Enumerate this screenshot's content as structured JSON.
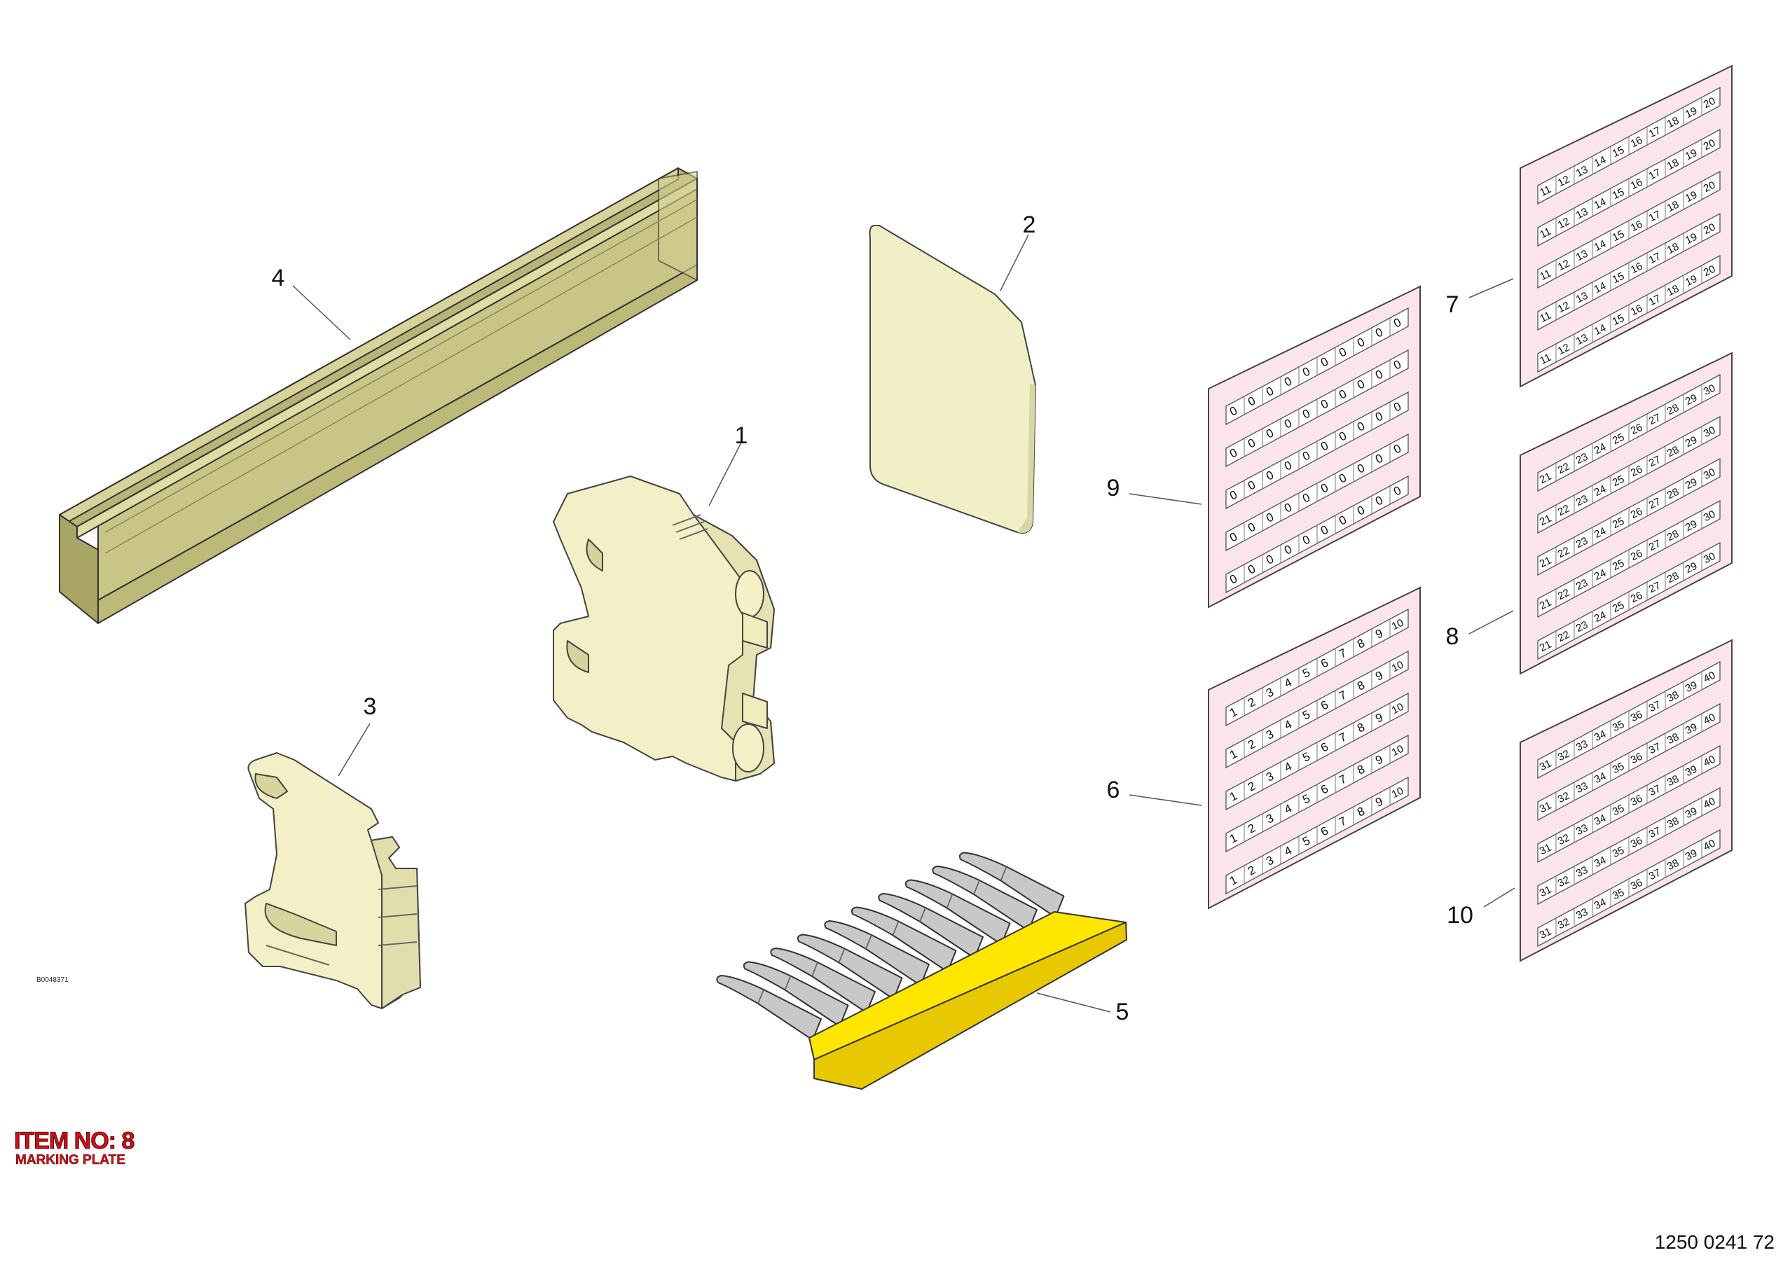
{
  "figure_id": "B0048371",
  "doc_number": "1250 0241 72",
  "item": {
    "title": "ITEM NO: 8",
    "subtitle": "MARKING PLATE"
  },
  "callouts": [
    "1",
    "2",
    "3",
    "4",
    "5",
    "6",
    "7",
    "8",
    "9",
    "10"
  ],
  "marker_cards": [
    {
      "callout": "9",
      "labels": [
        "0",
        "0",
        "0",
        "0",
        "0",
        "0",
        "0",
        "0",
        "0",
        "0"
      ]
    },
    {
      "callout": "6",
      "labels": [
        "1",
        "2",
        "3",
        "4",
        "5",
        "6",
        "7",
        "8",
        "9",
        "10"
      ]
    },
    {
      "callout": "7",
      "labels": [
        "11",
        "12",
        "13",
        "14",
        "15",
        "16",
        "17",
        "18",
        "19",
        "20"
      ]
    },
    {
      "callout": "8",
      "labels": [
        "21",
        "22",
        "23",
        "24",
        "25",
        "26",
        "27",
        "28",
        "29",
        "30"
      ]
    },
    {
      "callout": "10",
      "labels": [
        "31",
        "32",
        "33",
        "34",
        "35",
        "36",
        "37",
        "38",
        "39",
        "40"
      ]
    }
  ],
  "colors": {
    "rail": "#cfcb8c",
    "terminal": "#f3efc6",
    "end_plate": "#f1efc6",
    "jumper_bar": "#ffe600",
    "jumper_pin": "#c8c8c8",
    "marker_card": "#fbe4ec",
    "item_text": "#d0101a"
  }
}
